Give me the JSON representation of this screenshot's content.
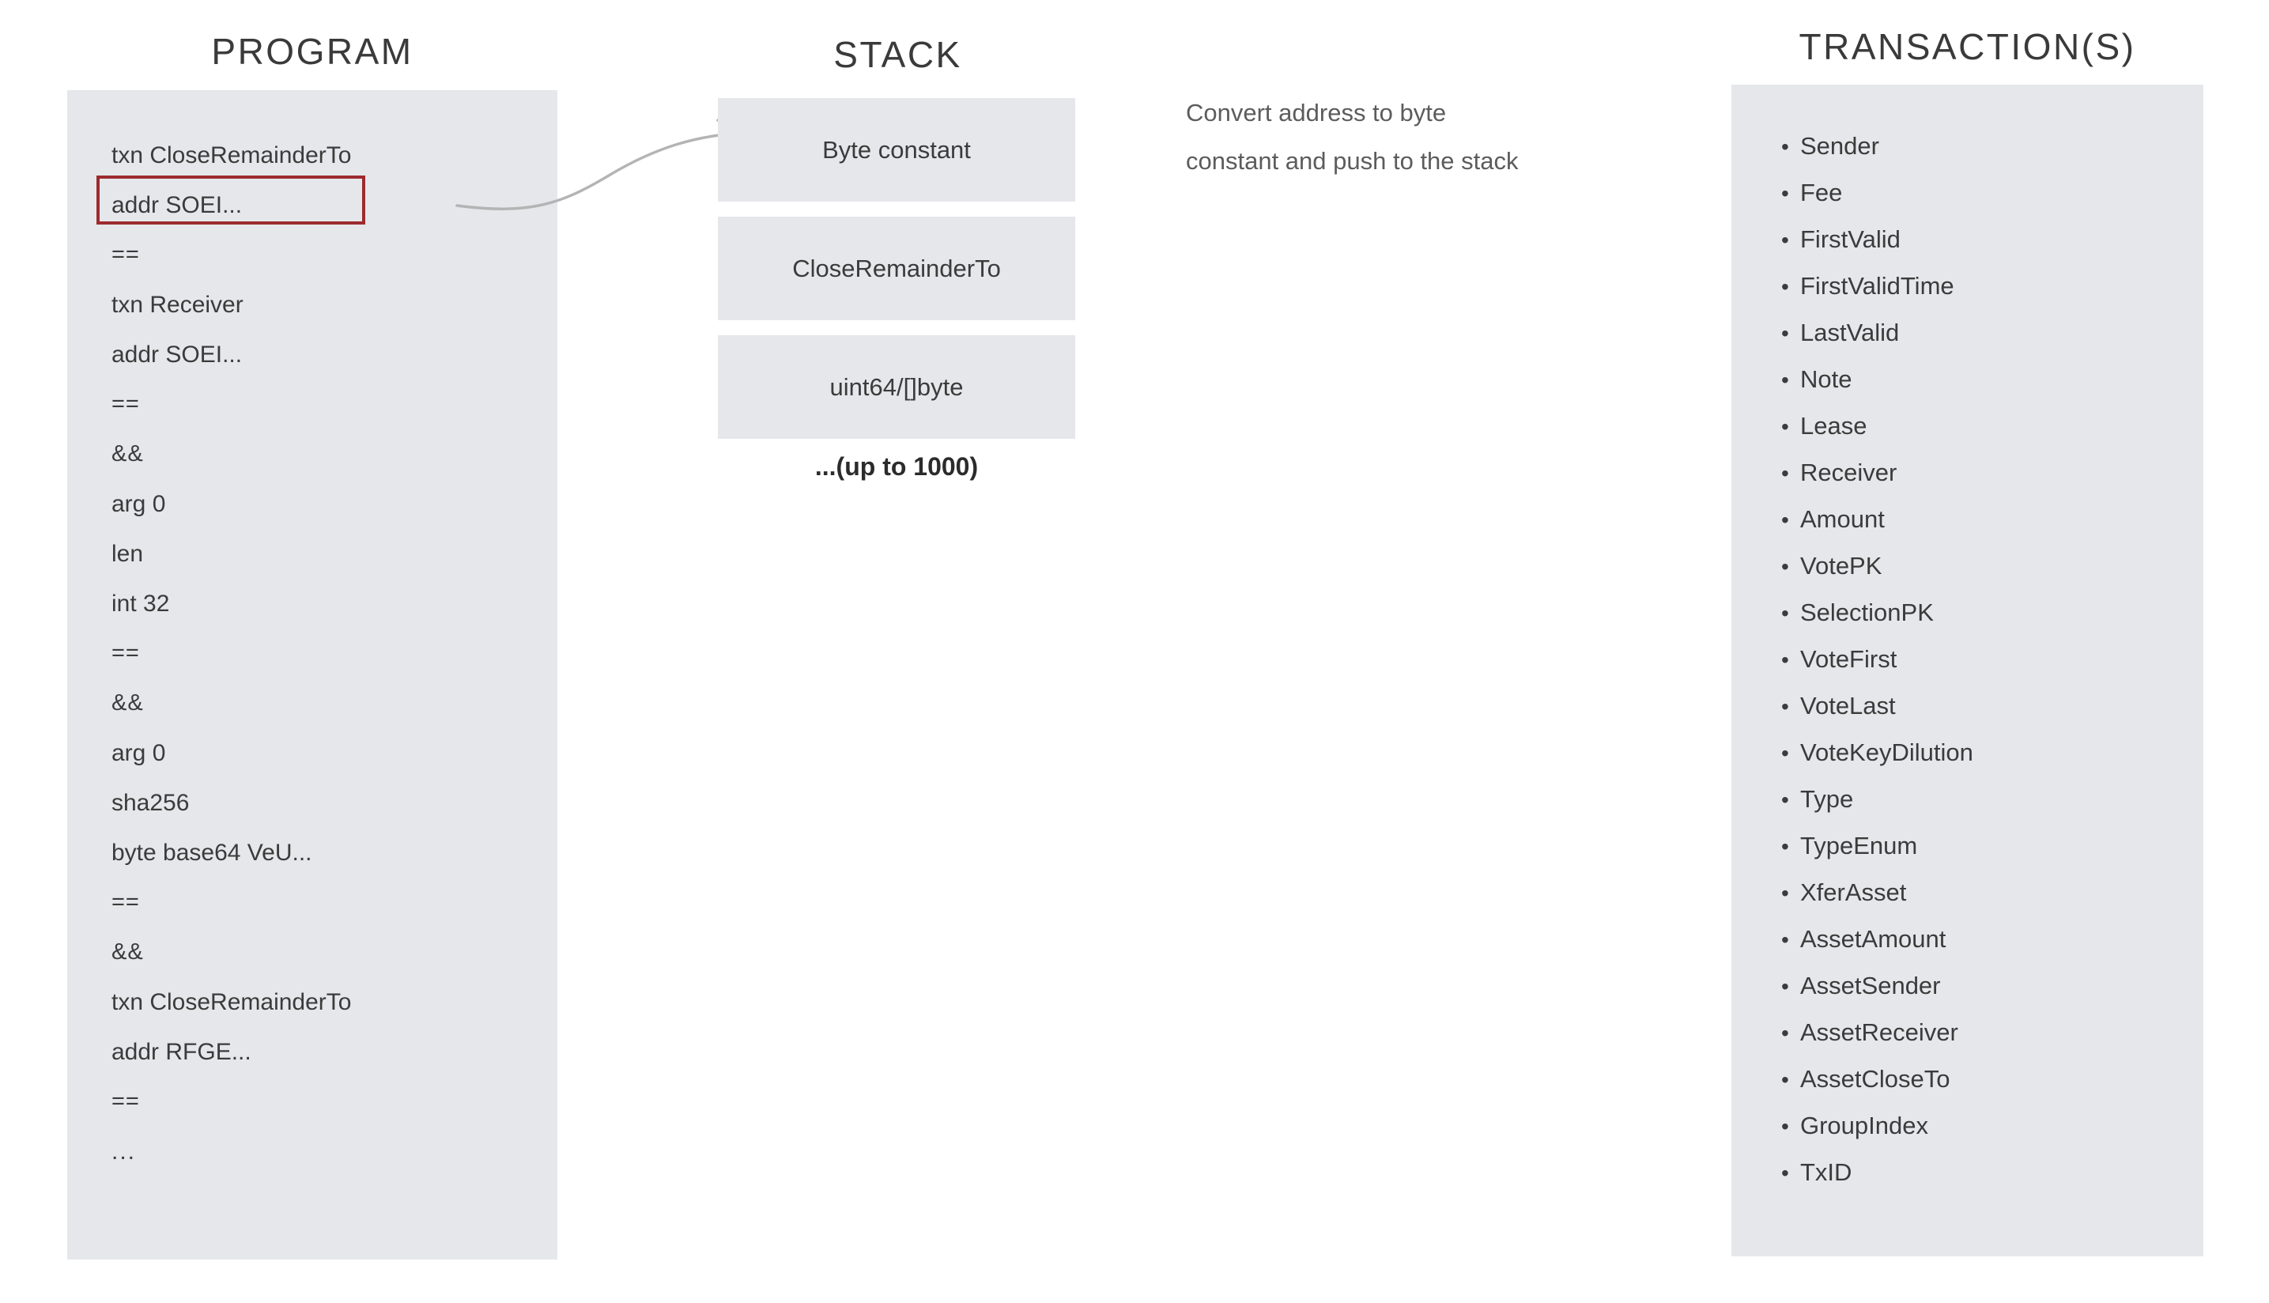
{
  "columns": {
    "program": {
      "heading": "PROGRAM"
    },
    "stack": {
      "heading": "STACK"
    },
    "transactions": {
      "heading": "TRANSACTION(S)"
    }
  },
  "program": {
    "lines": [
      {
        "text": "txn CloseRemainderTo",
        "kind": "instruction",
        "highlighted": false
      },
      {
        "text": "addr SOEI...",
        "kind": "instruction",
        "highlighted": true
      },
      {
        "text": "==",
        "kind": "op",
        "highlighted": false
      },
      {
        "text": "txn Receiver",
        "kind": "instruction",
        "highlighted": false
      },
      {
        "text": "addr SOEI...",
        "kind": "instruction",
        "highlighted": false
      },
      {
        "text": "==",
        "kind": "op",
        "highlighted": false
      },
      {
        "text": "&&",
        "kind": "op",
        "highlighted": false
      },
      {
        "text": "arg 0",
        "kind": "instruction",
        "highlighted": false
      },
      {
        "text": "len",
        "kind": "instruction",
        "highlighted": false
      },
      {
        "text": "int 32",
        "kind": "instruction",
        "highlighted": false
      },
      {
        "text": "==",
        "kind": "op",
        "highlighted": false
      },
      {
        "text": "&&",
        "kind": "op",
        "highlighted": false
      },
      {
        "text": "arg 0",
        "kind": "instruction",
        "highlighted": false
      },
      {
        "text": "sha256",
        "kind": "instruction",
        "highlighted": false
      },
      {
        "text": "byte base64 VeU...",
        "kind": "instruction",
        "highlighted": false
      },
      {
        "text": "==",
        "kind": "op",
        "highlighted": false
      },
      {
        "text": "&&",
        "kind": "op",
        "highlighted": false
      },
      {
        "text": "txn CloseRemainderTo",
        "kind": "instruction",
        "highlighted": false
      },
      {
        "text": "addr RFGE...",
        "kind": "instruction",
        "highlighted": false
      },
      {
        "text": "==",
        "kind": "op",
        "highlighted": false
      },
      {
        "text": "...",
        "kind": "ellipsis",
        "highlighted": false
      }
    ],
    "highlight_color": "#9c2b2e"
  },
  "stack": {
    "boxes": [
      {
        "label": "Byte constant"
      },
      {
        "label": "CloseRemainderTo"
      },
      {
        "label": "uint64/[]byte"
      }
    ],
    "footnote": "...(up to 1000)"
  },
  "annotation": {
    "line1": "Convert address to byte",
    "line2": "constant and push to the stack"
  },
  "transactions": {
    "fields": [
      "Sender",
      "Fee",
      "FirstValid",
      "FirstValidTime",
      "LastValid",
      "Note",
      "Lease",
      "Receiver",
      "Amount",
      "VotePK",
      "SelectionPK",
      "VoteFirst",
      "VoteLast",
      "VoteKeyDilution",
      "Type",
      "TypeEnum",
      "XferAsset",
      "AssetAmount",
      "AssetSender",
      "AssetReceiver",
      "AssetCloseTo",
      "GroupIndex",
      "TxID"
    ],
    "bullet": "•"
  },
  "colors": {
    "panel_background": "#e5e7ea",
    "page_background": "#ffffff",
    "text": "#3b3b3b",
    "annotation_text": "#5c5c5c",
    "highlight_border": "#9c2b2e",
    "arrow": "#b4b4b4"
  }
}
